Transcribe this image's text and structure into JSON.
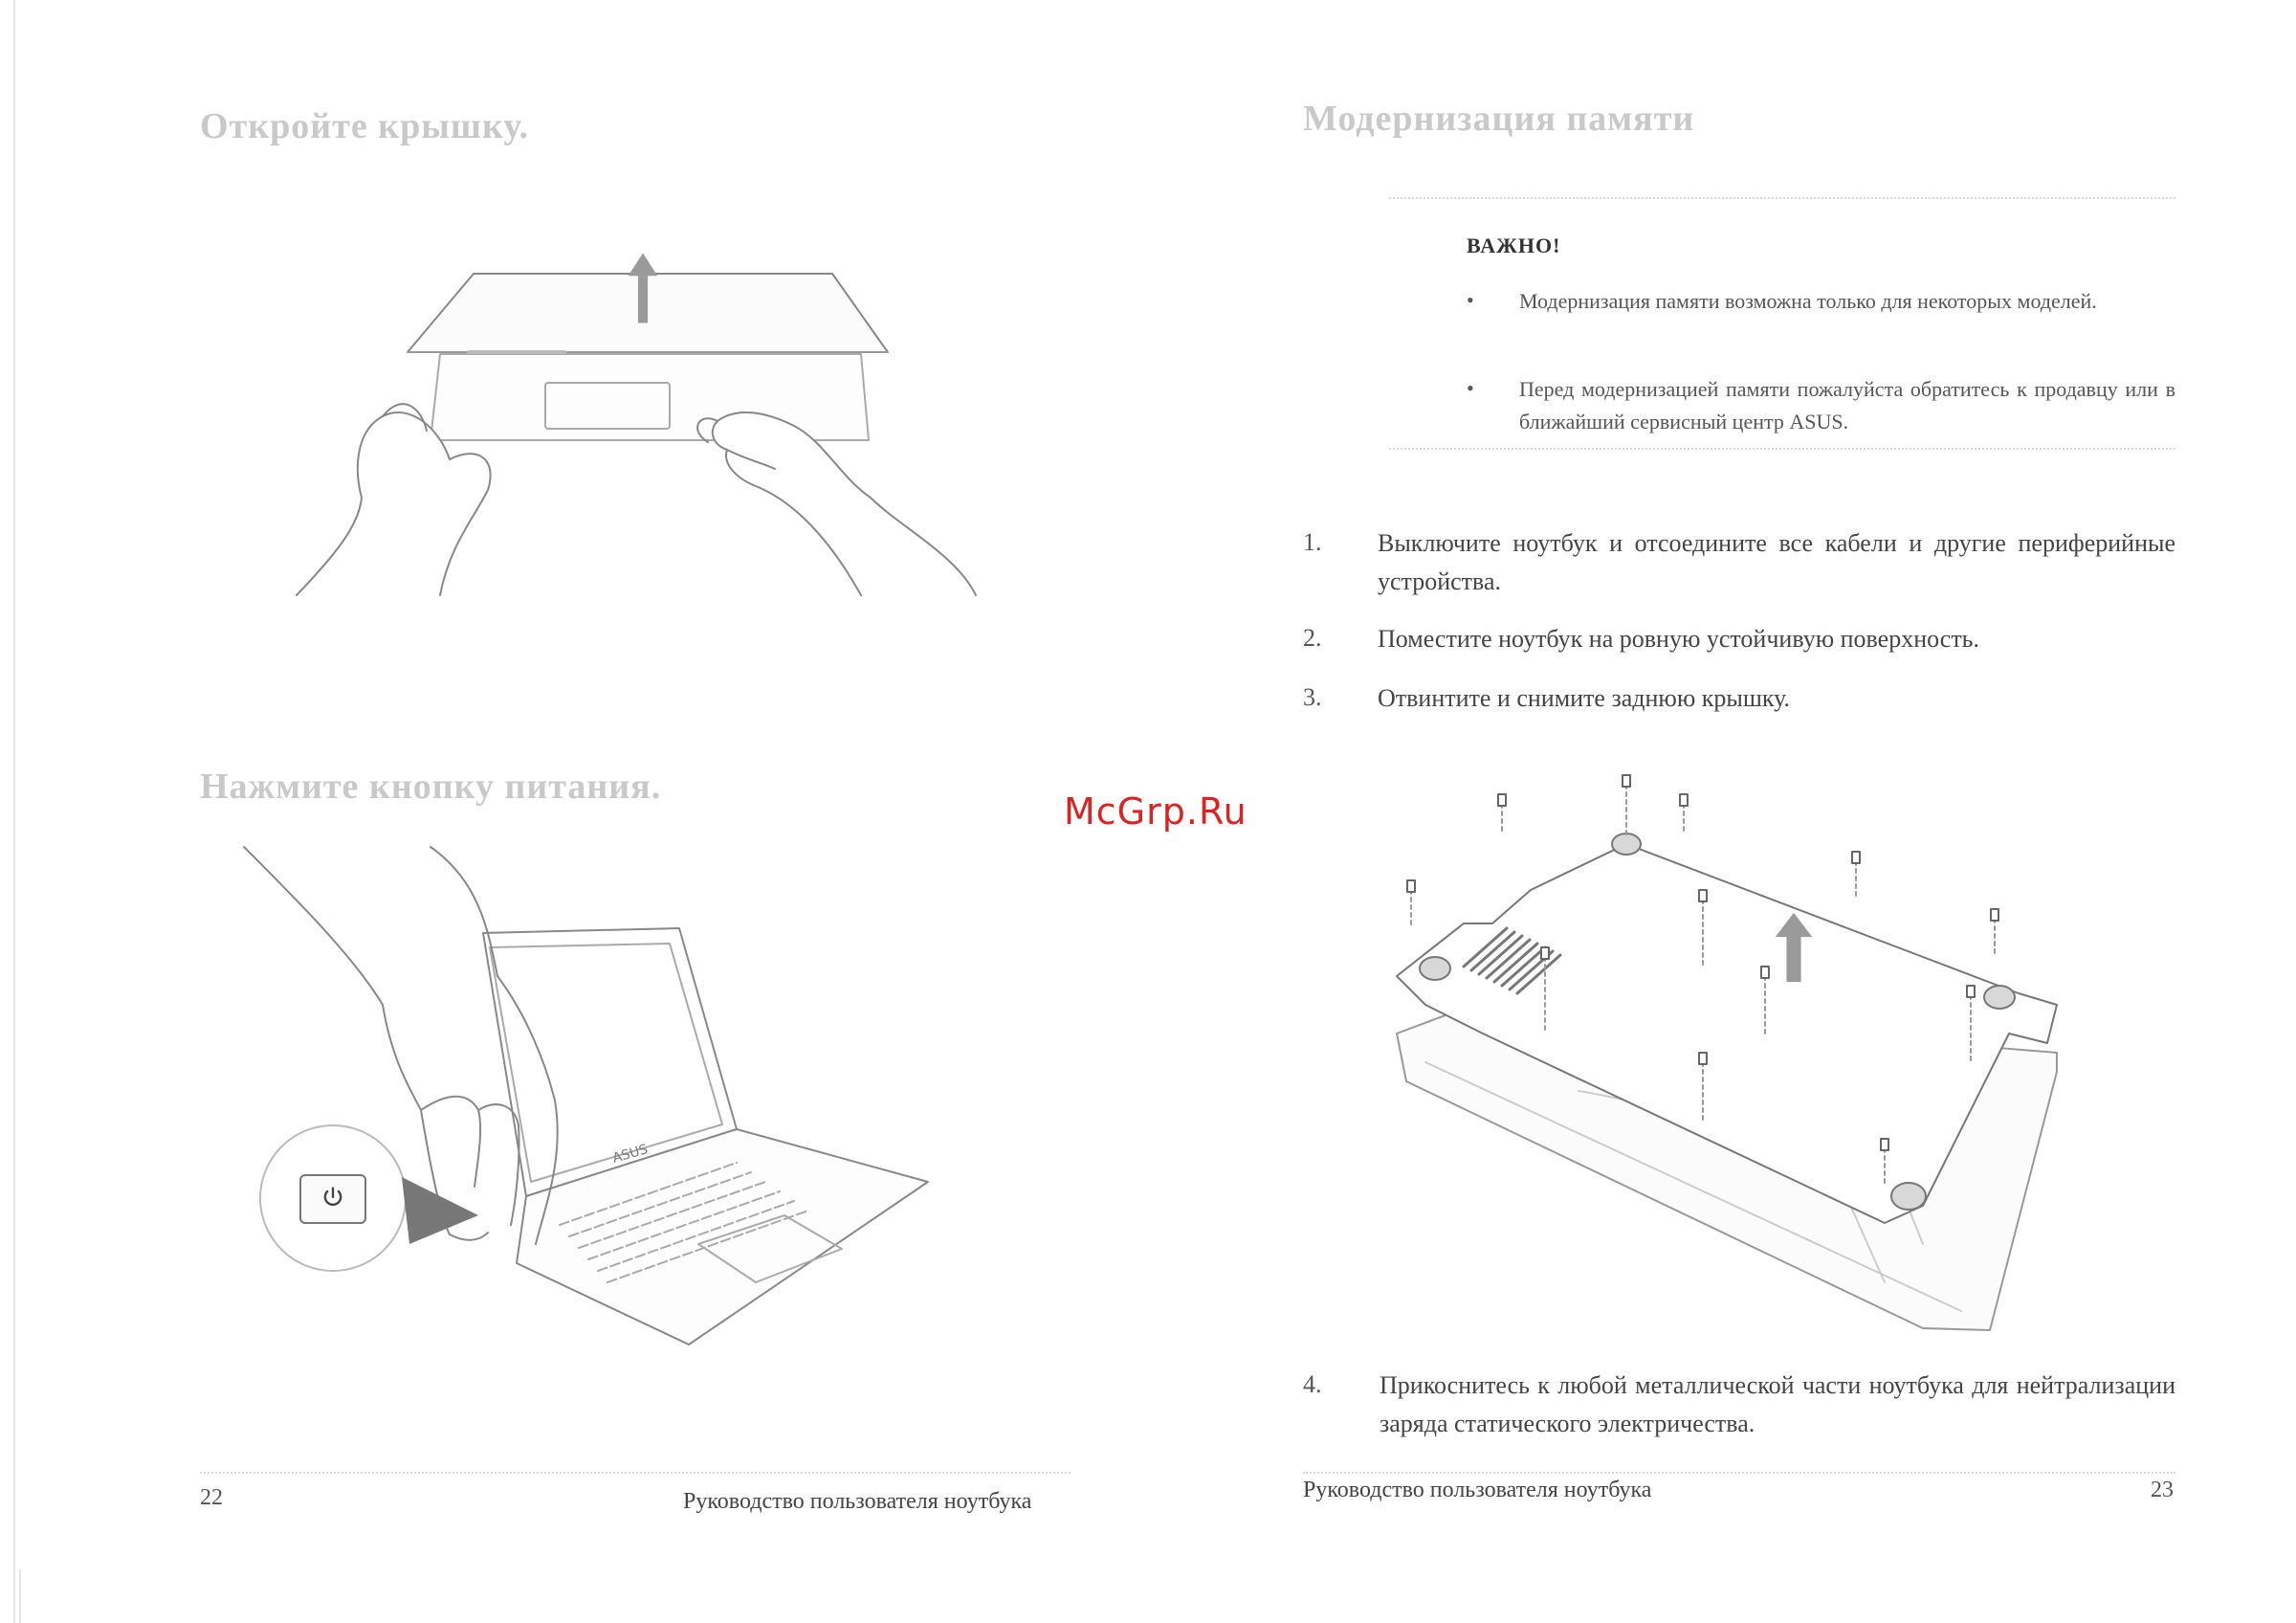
{
  "left_page": {
    "title_open_lid": "Откройте крышку.",
    "title_power": "Нажмите кнопку питания.",
    "laptop_logo": "ASUS",
    "page_number": "22",
    "footer": "Руководство пользователя ноутбука"
  },
  "right_page": {
    "title": "Модернизация памяти",
    "important": {
      "label": "ВАЖНО!",
      "items": [
        "Модернизация памяти возможна только для некоторых моделей.",
        "Перед модернизацией памяти пожалуйста обратитесь к продавцу или в ближайший сервисный центр ASUS."
      ]
    },
    "steps": [
      {
        "num": "1.",
        "text": "Выключите ноутбук и отсоедините все кабели и другие периферийные устройства."
      },
      {
        "num": "2.",
        "text": "Поместите ноутбук на ровную устойчивую поверхность."
      },
      {
        "num": "3.",
        "text": "Отвинтите и снимите заднюю крышку."
      },
      {
        "num": "4.",
        "text": "Прикоснитесь к любой металлической части ноутбука для нейтрализации заряда статического электричества."
      }
    ],
    "footer": "Руководство пользователя ноутбука",
    "page_number": "23"
  },
  "watermark": "McGrp.Ru",
  "icons": {
    "lift_arrow": "up-arrow-icon",
    "power": "power-icon",
    "cover_arrow": "up-arrow-icon",
    "bullet": "bullet-dot-icon"
  }
}
